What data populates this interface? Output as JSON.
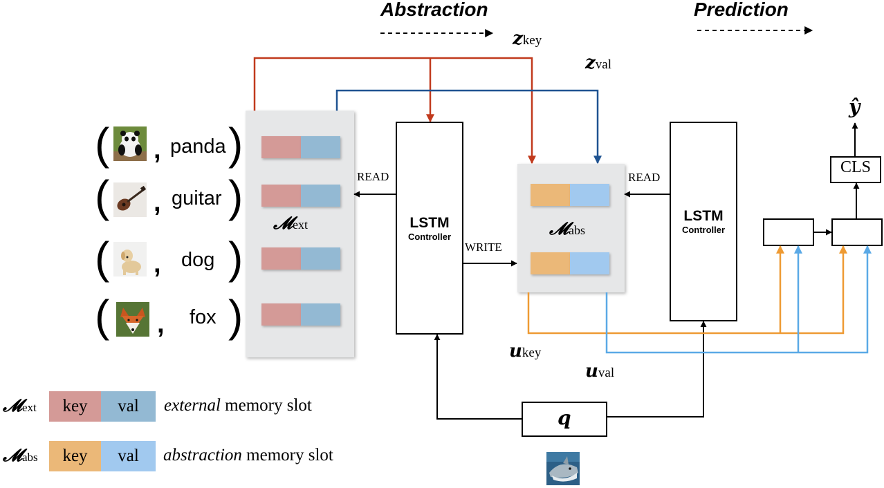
{
  "header": {
    "abstraction": "Abstraction",
    "prediction": "Prediction"
  },
  "vars": {
    "z_key": {
      "main": "z",
      "sub": "key"
    },
    "z_val": {
      "main": "z",
      "sub": "val"
    },
    "u_key": {
      "main": "u",
      "sub": "key"
    },
    "u_val": {
      "main": "u",
      "sub": "val"
    },
    "y_hat": "ŷ",
    "q": "q"
  },
  "memories": {
    "ext": {
      "main": "𝓜",
      "sub": "ext"
    },
    "abs": {
      "main": "𝓜",
      "sub": "abs"
    }
  },
  "pairs": [
    {
      "image": "panda",
      "label": "panda"
    },
    {
      "image": "guitar",
      "label": "guitar"
    },
    {
      "image": "dog",
      "label": "dog"
    },
    {
      "image": "fox",
      "label": "fox"
    }
  ],
  "controllers": [
    {
      "title": "LSTM",
      "subtitle": "Controller"
    },
    {
      "title": "LSTM",
      "subtitle": "Controller"
    }
  ],
  "edge_labels": {
    "read_ext": "READ",
    "write_abs": "WRITE",
    "read_abs": "READ"
  },
  "cls_label": "CLS",
  "query_image": "shark",
  "legend": [
    {
      "mem": {
        "main": "𝓜",
        "sub": "ext"
      },
      "key": "key",
      "val": "val",
      "desc_em": "external",
      "desc_rest": " memory slot"
    },
    {
      "mem": {
        "main": "𝓜",
        "sub": "abs"
      },
      "key": "key",
      "val": "val",
      "desc_em": "abstraction",
      "desc_rest": " memory slot"
    }
  ],
  "colors": {
    "ext_key": "#d49a97",
    "ext_val": "#93b9d3",
    "abs_key": "#ebb878",
    "abs_val": "#a1c9ef",
    "red_line": "#c13a1d",
    "blue_line": "#1f5391",
    "orange_line": "#ee9a33",
    "lightblue_line": "#5aa9e6",
    "panel": "#e6e7e8"
  }
}
